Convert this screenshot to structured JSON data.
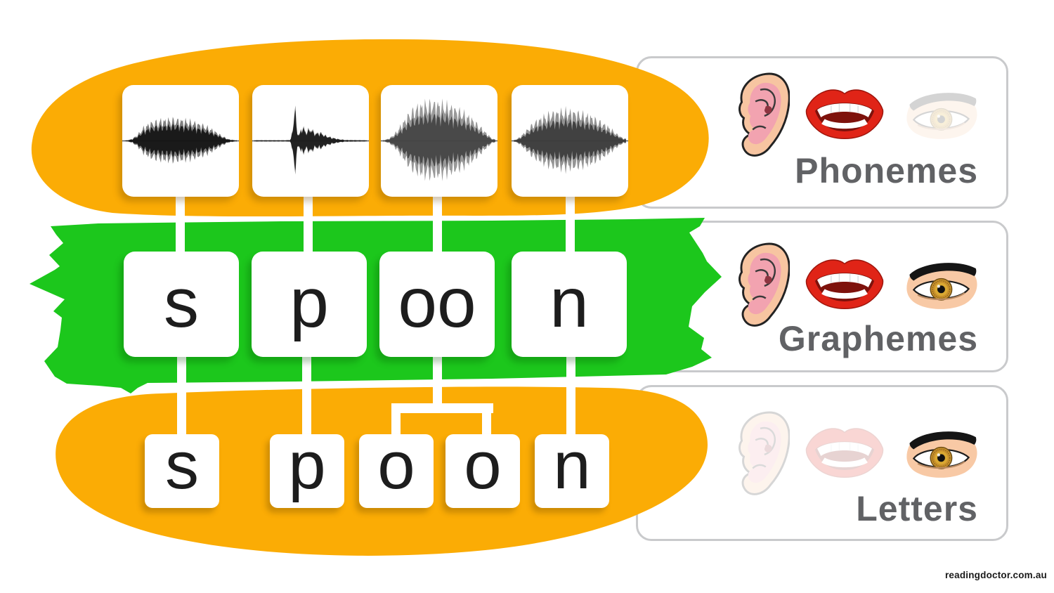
{
  "word_cards": {
    "phonemes": [
      {
        "icon": "waveform-s-icon"
      },
      {
        "icon": "waveform-p-icon"
      },
      {
        "icon": "waveform-oo-icon"
      },
      {
        "icon": "waveform-n-icon"
      }
    ],
    "graphemes": [
      "s",
      "p",
      "oo",
      "n"
    ],
    "letters": [
      "s",
      "p",
      "o",
      "o",
      "n"
    ]
  },
  "panels": [
    {
      "label": "Phonemes",
      "icons": [
        {
          "name": "ear-icon",
          "faded": false
        },
        {
          "name": "mouth-icon",
          "faded": false
        },
        {
          "name": "eye-icon",
          "faded": true
        }
      ]
    },
    {
      "label": "Graphemes",
      "icons": [
        {
          "name": "ear-icon",
          "faded": false
        },
        {
          "name": "mouth-icon",
          "faded": false
        },
        {
          "name": "eye-icon",
          "faded": false
        }
      ]
    },
    {
      "label": "Letters",
      "icons": [
        {
          "name": "ear-icon",
          "faded": true
        },
        {
          "name": "mouth-icon",
          "faded": true
        },
        {
          "name": "eye-icon",
          "faded": false
        }
      ]
    }
  ],
  "watermark": "readingdoctor.com.au",
  "colors": {
    "orange": "#FBAC05",
    "green": "#1CC71C",
    "label_grey": "#616265"
  }
}
